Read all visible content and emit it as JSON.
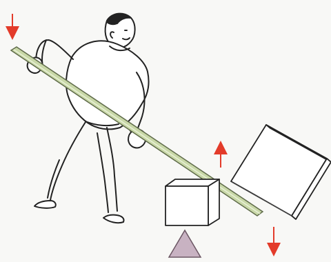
{
  "figure": {
    "elements": {
      "person": "person-pushing-lever",
      "lever": "lever-bar",
      "fulcrum": "triangle-fulcrum",
      "small_block": "small-cube-block",
      "large_block": "large-tilted-block"
    },
    "arrows": [
      {
        "name": "effort-arrow",
        "direction": "down"
      },
      {
        "name": "lift-arrow",
        "direction": "up"
      },
      {
        "name": "load-arrow",
        "direction": "down"
      }
    ]
  },
  "colors": {
    "background": "#f8f8f6",
    "lever_fill": "#c9d8a8",
    "lever_outline": "#5f6b4a",
    "fulcrum_fill": "#c8b2c2",
    "fulcrum_outline": "#6b5663",
    "arrow": "#e33b2a",
    "line": "#222222",
    "shirt": "#ffffff",
    "block_fill": "#ffffff"
  }
}
